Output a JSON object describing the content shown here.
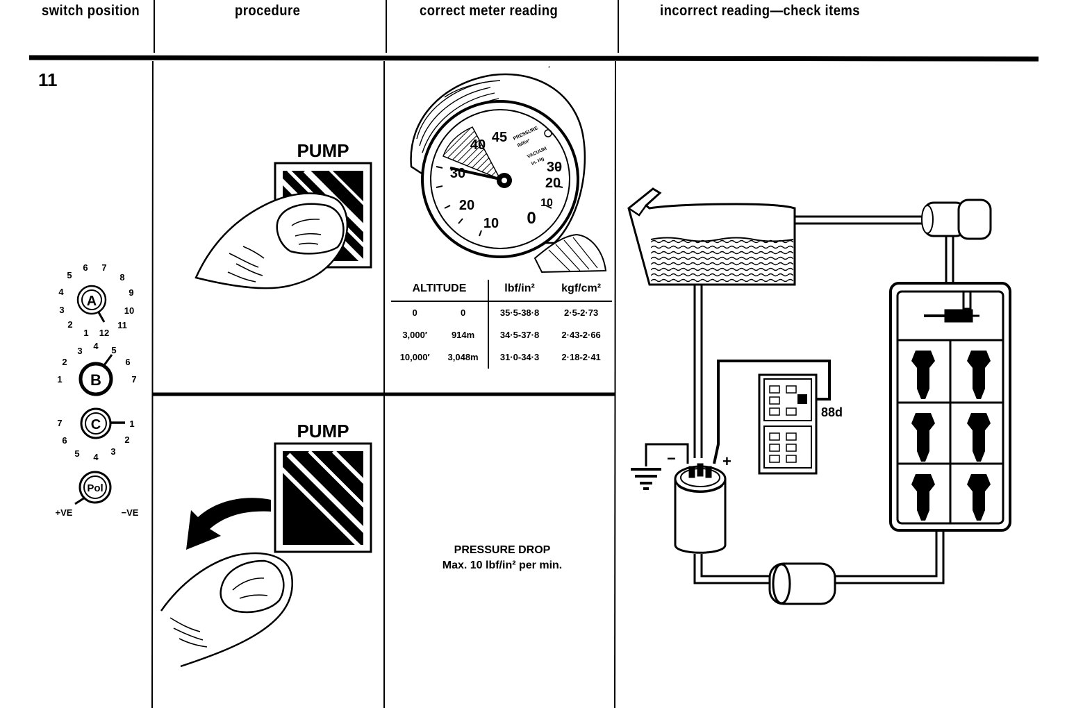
{
  "columns": {
    "switch_position": "switch position",
    "procedure": "procedure",
    "correct_reading": "correct meter reading",
    "incorrect_reading": "incorrect reading—check items"
  },
  "row_number": "11",
  "switches": {
    "a": {
      "label": "A",
      "numbers": [
        "6",
        "7",
        "8",
        "9",
        "10",
        "11",
        "12",
        "1",
        "2",
        "3",
        "4",
        "5"
      ]
    },
    "b": {
      "label": "B",
      "numbers": [
        "4",
        "5",
        "6",
        "7",
        "1",
        "2",
        "3"
      ]
    },
    "c": {
      "label": "C",
      "numbers": [
        "1",
        "2",
        "3",
        "4",
        "5",
        "6",
        "7"
      ]
    },
    "pol": {
      "label": "Pol",
      "plus": "+VE",
      "minus": "−VE"
    }
  },
  "procedure": {
    "step1_label": "PUMP",
    "step2_label": "PUMP"
  },
  "gauge": {
    "scale_pressure": [
      "10",
      "20",
      "30",
      "40",
      "45"
    ],
    "scale_vacuum": [
      "0",
      "10",
      "20",
      "30"
    ],
    "pressure_label": "PRESSURE",
    "pressure_unit": "lbf/in²",
    "vacuum_label": "VACUUM",
    "vacuum_unit": "in. Hg"
  },
  "altitude_table": {
    "headers": [
      "ALTITUDE",
      "lbf/in²",
      "kgf/cm²"
    ],
    "rows": [
      {
        "ft": "0",
        "m": "0",
        "lbf": "35·5-38·8",
        "kgf": "2·5-2·73"
      },
      {
        "ft": "3,000′",
        "m": "914m",
        "lbf": "34·5-37·8",
        "kgf": "2·43-2·66"
      },
      {
        "ft": "10,000′",
        "m": "3,048m",
        "lbf": "31·0-34·3",
        "kgf": "2·18-2·41"
      }
    ]
  },
  "pressure_drop": {
    "title": "PRESSURE DROP",
    "detail": "Max. 10 lbf/in² per min."
  },
  "diagram": {
    "relay_label": "88d",
    "minus": "−",
    "plus": "+"
  }
}
